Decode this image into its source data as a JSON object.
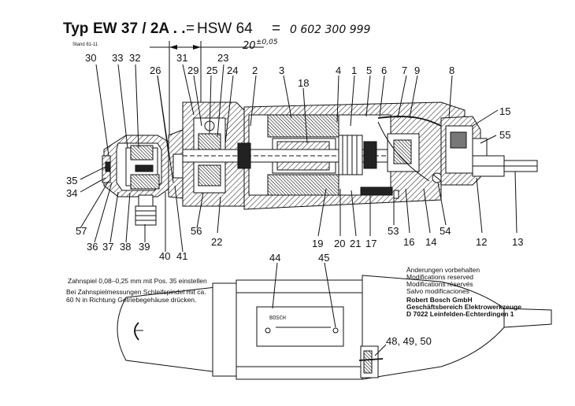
{
  "header": {
    "typ_label": "Typ",
    "model": "EW 37 / 2A . .",
    "equals1": "=",
    "hsw": "HSW 64",
    "equals2": "=",
    "part_number": "0 602 300 999",
    "stand": "Stand 81-11",
    "dimension": "20",
    "tolerance": "±0,05"
  },
  "part_labels": {
    "p30": "30",
    "p33": "33",
    "p32": "32",
    "p26": "26",
    "p31": "31",
    "p29": "29",
    "p25": "25",
    "p23": "23",
    "p24": "24",
    "p2": "2",
    "p3": "3",
    "p18": "18",
    "p4": "4",
    "p1": "1",
    "p5": "5",
    "p6": "6",
    "p7": "7",
    "p9": "9",
    "p8": "8",
    "p15": "15",
    "p55": "55",
    "p35": "35",
    "p34": "34",
    "p57": "57",
    "p36": "36",
    "p37": "37",
    "p38": "38",
    "p39": "39",
    "p40": "40",
    "p41": "41",
    "p56": "56",
    "p22": "22",
    "p19": "19",
    "p20": "20",
    "p21": "21",
    "p17": "17",
    "p53": "53",
    "p16": "16",
    "p14": "14",
    "p54": "54",
    "p12": "12",
    "p13": "13",
    "p44": "44",
    "p45": "45",
    "p48": "48, 49, 50"
  },
  "notes": {
    "line1": "Zahnspiel 0,08–0,25 mm mit Pos. 35 einstellen",
    "line2": "Bei Zahnspielmessungen Schleifspindel mit ca.",
    "line3": "60 N in Richtung Getriebegehäuse drücken."
  },
  "disclaimer": {
    "l1": "Änderungen vorbehalten",
    "l2": "Modifications reserved",
    "l3": "Modifications réservés",
    "l4": "Salvo modificaciones"
  },
  "company": {
    "name": "Robert Bosch GmbH",
    "division": "Geschäftsbereich Elektrowerkzeuge",
    "address": "D 7022 Leinfelden-Echterdingen 1"
  },
  "nameplate": {
    "brand": "BOSCH"
  }
}
